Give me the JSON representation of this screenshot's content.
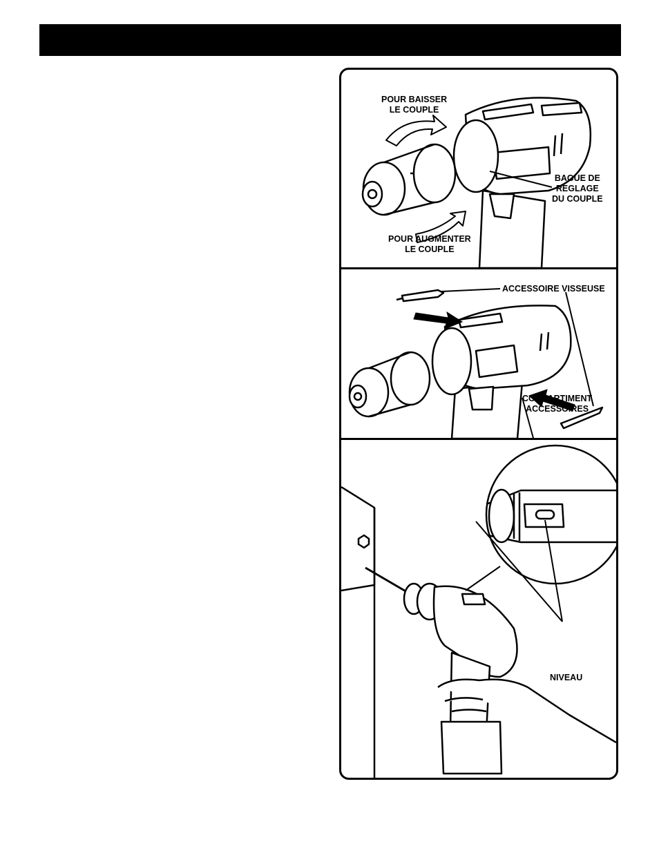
{
  "header": {
    "title": ""
  },
  "figure1": {
    "decrease_torque": [
      "POUR BAISSER",
      "LE COUPLE"
    ],
    "increase_torque": [
      "POUR AUGMENTER",
      "LE COUPLE"
    ],
    "torque_ring": [
      "BAGUE DE",
      "REGLAGE",
      "DU COUPLE"
    ]
  },
  "figure2": {
    "screwdriver_bit": "ACCESSOIRE VISSEUSE",
    "storage": [
      "COMPARTIMENT",
      "ACCESSOIRES"
    ]
  },
  "figure3": {
    "level": "NIVEAU"
  }
}
